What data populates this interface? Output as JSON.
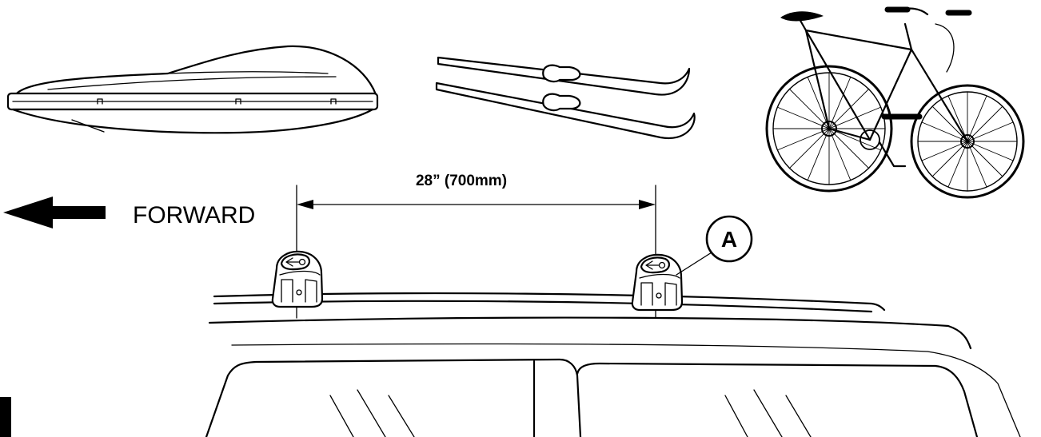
{
  "labels": {
    "forward": "FORWARD",
    "spacing": "28” (700mm)",
    "callout": "A"
  },
  "icons": {
    "direction": "left-arrow-icon",
    "cargo": "roof-cargo-box",
    "skis": "skis",
    "bicycle": "bicycle"
  },
  "colors": {
    "line": "#000000",
    "background": "#ffffff"
  }
}
